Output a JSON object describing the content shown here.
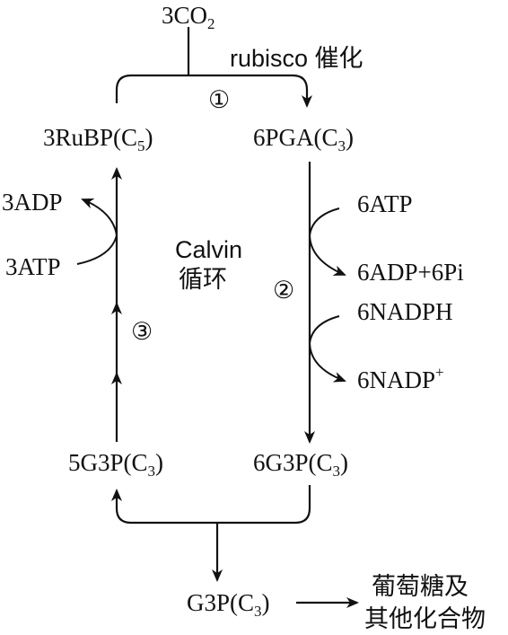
{
  "labels": {
    "co2": {
      "main": "3CO",
      "sub": "2"
    },
    "rubisco": "rubisco 催化",
    "step1": "①",
    "step2": "②",
    "step3": "③",
    "rubp": {
      "main": "3RuBP(C",
      "sub": "5",
      "end": ")"
    },
    "pga": {
      "main": "6PGA(C",
      "sub": "3",
      "end": ")"
    },
    "atp6": "6ATP",
    "adp6": "6ADP+6Pi",
    "nadph6": "6NADPH",
    "nadp6": {
      "main": "6NADP",
      "sup": "+"
    },
    "adp3": "3ADP",
    "atp3": "3ATP",
    "calvin_line1": "Calvin",
    "calvin_line2": "循环",
    "g3p5": {
      "main": "5G3P(C",
      "sub": "3",
      "end": ")"
    },
    "g3p6": {
      "main": "6G3P(C",
      "sub": "3",
      "end": ")"
    },
    "g3p1": {
      "main": "G3P(C",
      "sub": "3",
      "end": ")"
    },
    "sugar_line1": "葡萄糖及",
    "sugar_line2": "其他化合物"
  },
  "colors": {
    "ink": "#111111",
    "background": "#ffffff"
  }
}
